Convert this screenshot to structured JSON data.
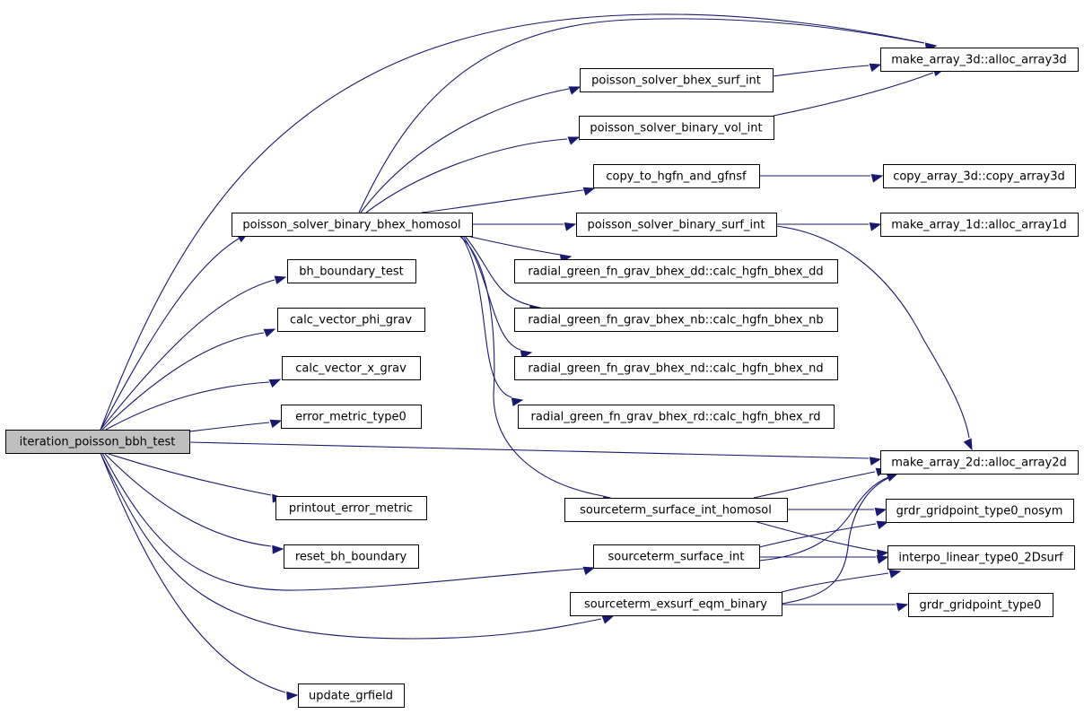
{
  "graph": {
    "nodes": [
      {
        "id": "iter",
        "label": "iteration_poisson_bbh_test",
        "root": true
      },
      {
        "id": "pshomo",
        "label": "poisson_solver_binary_bhex_homosol"
      },
      {
        "id": "bhbt",
        "label": "bh_boundary_test"
      },
      {
        "id": "cvphi",
        "label": "calc_vector_phi_grav"
      },
      {
        "id": "cvx",
        "label": "calc_vector_x_grav"
      },
      {
        "id": "emt0",
        "label": "error_metric_type0"
      },
      {
        "id": "poem",
        "label": "printout_error_metric"
      },
      {
        "id": "rbb",
        "label": "reset_bh_boundary"
      },
      {
        "id": "ugr",
        "label": "update_grfield"
      },
      {
        "id": "psbsi",
        "label": "poisson_solver_bhex_surf_int"
      },
      {
        "id": "psbvi",
        "label": "poisson_solver_binary_vol_int"
      },
      {
        "id": "cthg",
        "label": "copy_to_hgfn_and_gfnsf"
      },
      {
        "id": "psbsf",
        "label": "poisson_solver_binary_surf_int"
      },
      {
        "id": "rgdd",
        "label": "radial_green_fn_grav_bhex_dd::calc_hgfn_bhex_dd"
      },
      {
        "id": "rgnb",
        "label": "radial_green_fn_grav_bhex_nb::calc_hgfn_bhex_nb"
      },
      {
        "id": "rgnd",
        "label": "radial_green_fn_grav_bhex_nd::calc_hgfn_bhex_nd"
      },
      {
        "id": "rgrd",
        "label": "radial_green_fn_grav_bhex_rd::calc_hgfn_bhex_rd"
      },
      {
        "id": "stsih",
        "label": "sourceterm_surface_int_homosol"
      },
      {
        "id": "stsi",
        "label": "sourceterm_surface_int"
      },
      {
        "id": "stex",
        "label": "sourceterm_exsurf_eqm_binary"
      },
      {
        "id": "a3d",
        "label": "make_array_3d::alloc_array3d"
      },
      {
        "id": "c3d",
        "label": "copy_array_3d::copy_array3d"
      },
      {
        "id": "a1d",
        "label": "make_array_1d::alloc_array1d"
      },
      {
        "id": "a2d",
        "label": "make_array_2d::alloc_array2d"
      },
      {
        "id": "ggn",
        "label": "grdr_gridpoint_type0_nosym"
      },
      {
        "id": "ilin",
        "label": "interpo_linear_type0_2Dsurf"
      },
      {
        "id": "gg0",
        "label": "grdr_gridpoint_type0"
      }
    ],
    "edges": [
      [
        "iter",
        "pshomo"
      ],
      [
        "iter",
        "bhbt"
      ],
      [
        "iter",
        "cvphi"
      ],
      [
        "iter",
        "cvx"
      ],
      [
        "iter",
        "emt0"
      ],
      [
        "iter",
        "poem"
      ],
      [
        "iter",
        "rbb"
      ],
      [
        "iter",
        "ugr"
      ],
      [
        "iter",
        "a3d"
      ],
      [
        "iter",
        "a2d"
      ],
      [
        "iter",
        "stsi"
      ],
      [
        "iter",
        "stex"
      ],
      [
        "pshomo",
        "a3d"
      ],
      [
        "pshomo",
        "psbsi"
      ],
      [
        "pshomo",
        "psbvi"
      ],
      [
        "pshomo",
        "cthg"
      ],
      [
        "pshomo",
        "psbsf"
      ],
      [
        "pshomo",
        "rgdd"
      ],
      [
        "pshomo",
        "rgnb"
      ],
      [
        "pshomo",
        "rgnd"
      ],
      [
        "pshomo",
        "rgrd"
      ],
      [
        "pshomo",
        "stsih"
      ],
      [
        "psbsi",
        "a3d"
      ],
      [
        "psbvi",
        "a3d"
      ],
      [
        "cthg",
        "c3d"
      ],
      [
        "psbsf",
        "a1d"
      ],
      [
        "psbsf",
        "a2d"
      ],
      [
        "stsih",
        "a2d"
      ],
      [
        "stsih",
        "ggn"
      ],
      [
        "stsih",
        "ilin"
      ],
      [
        "stsi",
        "a2d"
      ],
      [
        "stsi",
        "ggn"
      ],
      [
        "stsi",
        "ilin"
      ],
      [
        "stex",
        "a2d"
      ],
      [
        "stex",
        "ilin"
      ],
      [
        "stex",
        "gg0"
      ]
    ]
  }
}
